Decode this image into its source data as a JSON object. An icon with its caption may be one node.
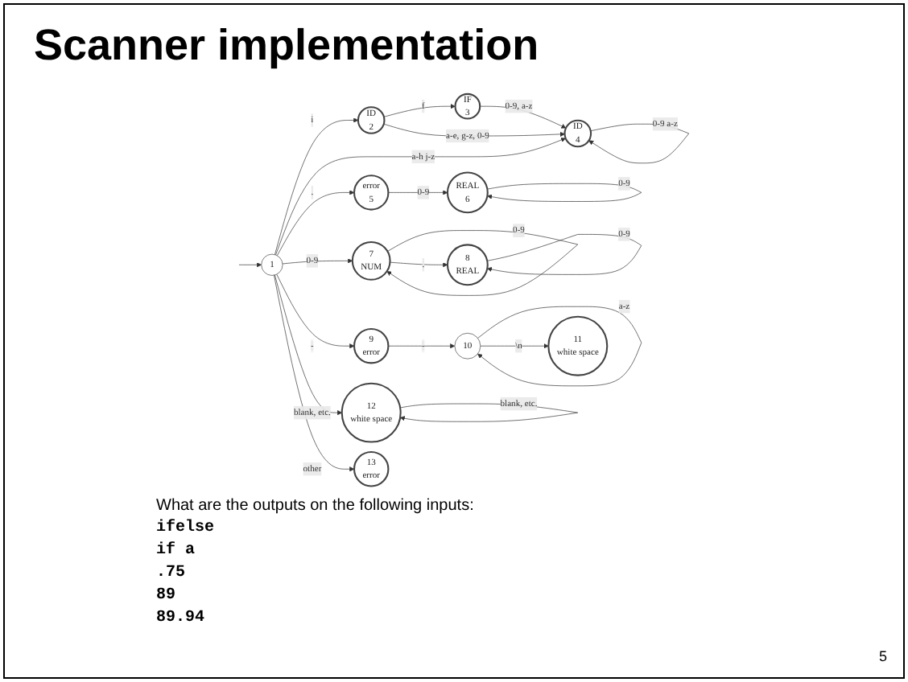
{
  "diagram": {
    "title": "Scanner implementation",
    "nodes": [
      {
        "text": [
          "1"
        ]
      },
      {
        "text": [
          "ID",
          "2"
        ]
      },
      {
        "text": [
          "IF",
          "3"
        ]
      },
      {
        "text": [
          "ID",
          "4"
        ]
      },
      {
        "text": [
          "error",
          "5"
        ]
      },
      {
        "text": [
          "REAL",
          "6"
        ]
      },
      {
        "text": [
          "7",
          "NUM"
        ]
      },
      {
        "text": [
          "8",
          "REAL"
        ]
      },
      {
        "text": [
          "9",
          "error"
        ]
      },
      {
        "text": [
          "10"
        ]
      },
      {
        "text": [
          "11",
          "white space"
        ]
      },
      {
        "text": [
          "12",
          "white space"
        ]
      },
      {
        "text": [
          "13",
          "error"
        ]
      }
    ],
    "edges": [
      {
        "from": null,
        "to": 0,
        "arrow": "to"
      },
      {
        "from": 0,
        "to": 1,
        "arrow": "to",
        "label": "i"
      },
      {
        "from": 1,
        "to": 2,
        "arrow": "to",
        "label": "f"
      },
      {
        "from": 2,
        "to": 3,
        "arrow": "to",
        "label": "0-9, a-z"
      },
      {
        "from": 1,
        "to": 3,
        "arrow": "to",
        "label": "a-e, g-z, 0-9"
      },
      {
        "from": 0,
        "to": 3,
        "arrow": "to",
        "label": "a-h j-z"
      },
      {
        "from": 3,
        "to": 3,
        "arrow": "to",
        "label": "0-9 a-z"
      },
      {
        "from": 0,
        "to": 4,
        "arrow": "to",
        "label": "."
      },
      {
        "from": 4,
        "to": 5,
        "arrow": "to",
        "label": "0-9"
      },
      {
        "from": 5,
        "to": 5,
        "arrow": "to",
        "label": "0-9"
      },
      {
        "from": 0,
        "to": 6,
        "arrow": "to",
        "label": "0-9"
      },
      {
        "from": 6,
        "to": 6,
        "arrow": "to",
        "label": "0-9"
      },
      {
        "from": 6,
        "to": 7,
        "arrow": "to",
        "label": "."
      },
      {
        "from": 7,
        "to": 7,
        "arrow": "to",
        "label": "0-9"
      },
      {
        "from": 0,
        "to": 8,
        "arrow": "to",
        "label": "-"
      },
      {
        "from": 8,
        "to": 9,
        "arrow": "to",
        "label": "-"
      },
      {
        "from": 9,
        "to": 9,
        "arrow": "to",
        "label": "a-z"
      },
      {
        "from": 9,
        "to": 10,
        "arrow": "to",
        "label": "\\n"
      },
      {
        "from": 0,
        "to": 11,
        "arrow": "to",
        "label": "blank, etc."
      },
      {
        "from": 11,
        "to": 11,
        "arrow": "to",
        "label": "blank, etc."
      },
      {
        "from": 0,
        "to": 12,
        "arrow": "to",
        "label": "other"
      }
    ],
    "labels": [
      "What are the outputs on the following inputs:",
      "ifelse",
      "if a",
      ".75",
      "89",
      "89.94",
      "5"
    ]
  }
}
